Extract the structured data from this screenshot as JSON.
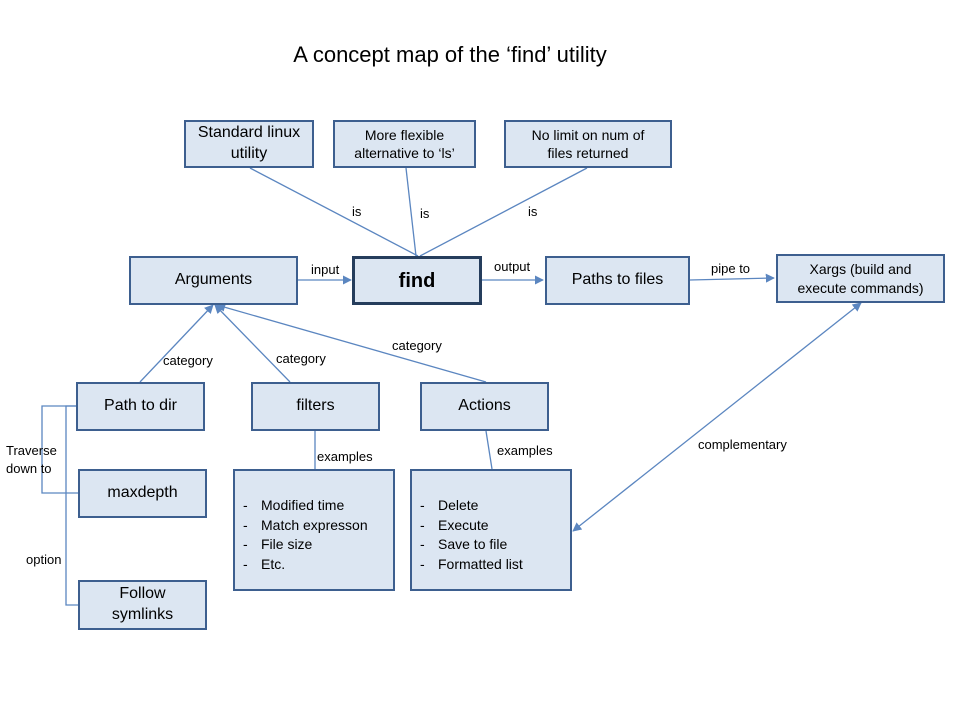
{
  "title": "A concept map of the ‘find’ utility",
  "nodes": {
    "standard": "Standard linux utility",
    "flexible": "More flexible alternative to ‘ls’",
    "nolimit": "No limit on num of files returned",
    "arguments": "Arguments",
    "find": "find",
    "paths": "Paths to files",
    "xargs": "Xargs (build and execute commands)",
    "pathdir": "Path to dir",
    "filters": "filters",
    "actions": "Actions",
    "maxdepth": "maxdepth",
    "symlinks": "Follow symlinks"
  },
  "filters_list": [
    "Modified time",
    "Match expresson",
    "File size",
    "Etc."
  ],
  "actions_list": [
    "Delete",
    "Execute",
    "Save to file",
    "Formatted  list"
  ],
  "list_bullet": "-",
  "edge_labels": {
    "is1": "is",
    "is2": "is",
    "is3": "is",
    "input": "input",
    "output": "output",
    "pipe": "pipe to",
    "cat1": "category",
    "cat2": "category",
    "cat3": "category",
    "ex1": "examples",
    "ex2": "examples",
    "complementary": "complementary",
    "traverse": "Traverse down to",
    "option": "option"
  },
  "colors": {
    "node_fill": "#dce6f2",
    "node_border": "#3d5f8f",
    "find_border": "#253d5c",
    "edge": "#5b86c0"
  }
}
